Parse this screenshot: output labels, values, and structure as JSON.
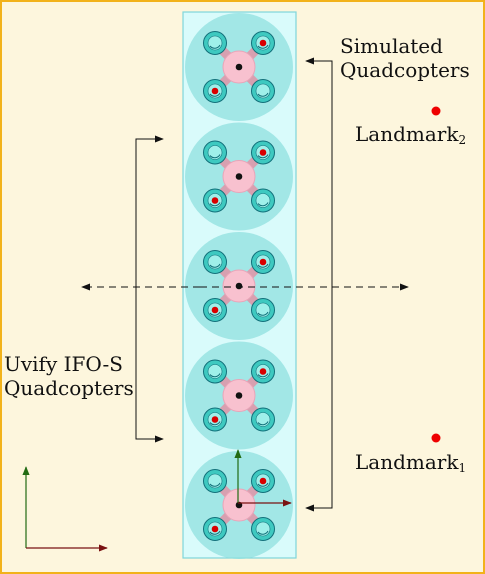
{
  "labels": {
    "simulated_line1": "Simulated",
    "simulated_line2": "Quadcopters",
    "uvify_line1": "Uvify IFO-S",
    "uvify_line2": "Quadcopters",
    "landmark2_text": "Landmark",
    "landmark2_sub": "2",
    "landmark1_text": "Landmark",
    "landmark1_sub": "1"
  },
  "colors": {
    "background": "#fdf6dd",
    "border": "#f2b21a",
    "column_fill": "#d9fbfb",
    "column_stroke": "#7fd6da",
    "halo": "#8fe0df",
    "arm": "#d7a0b0",
    "body": "#f8c1cf",
    "rotor_outer": "#3ec9c0",
    "rotor_inner": "#9ff0ea",
    "rotor_stroke": "#12707a",
    "red_marker": "#d90000",
    "landmark": "#ee0000",
    "axis_green": "#226b13",
    "axis_red": "#7a1212",
    "arrow": "#111111"
  },
  "quadcopter_count": 5
}
